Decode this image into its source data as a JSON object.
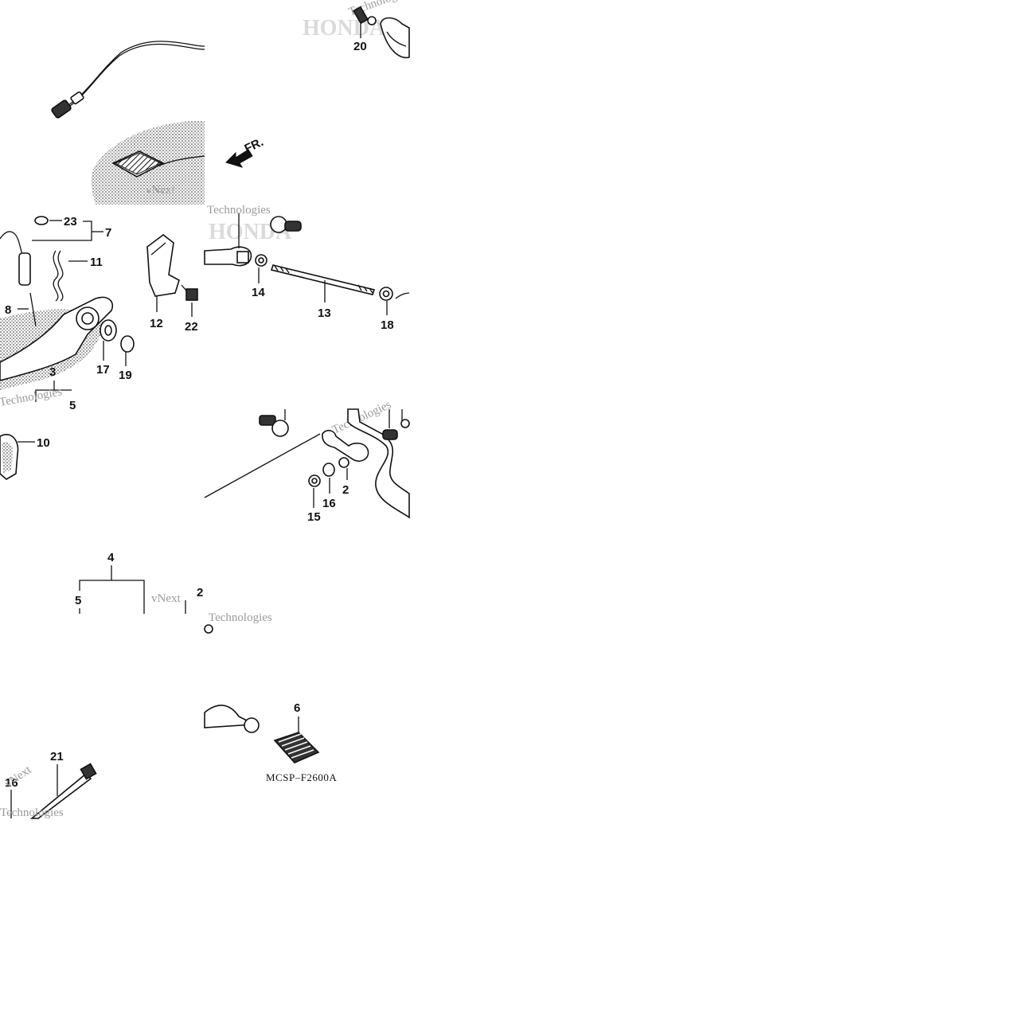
{
  "diagram": {
    "callouts": {
      "c2_top": "2",
      "c2_bot": "2",
      "c3": "3",
      "c4": "4",
      "c5_a": "5",
      "c5_b": "5",
      "c6": "6",
      "c7": "7",
      "c8": "8",
      "c10": "10",
      "c11": "11",
      "c12": "12",
      "c13": "13",
      "c14": "14",
      "c15": "15",
      "c16_a": "16",
      "c16_b": "16",
      "c17": "17",
      "c18": "18",
      "c19": "19",
      "c20": "20",
      "c21": "21",
      "c22": "22",
      "c23": "23"
    },
    "front_marker": "FR.",
    "figure_code": "MCSP–F2600A",
    "watermark": {
      "line1": "vNext",
      "line2": "Technologies",
      "brand": "HONDA"
    },
    "colors": {
      "ink": "#111111",
      "watermark": "#9a9a9a",
      "background": "#ffffff"
    }
  }
}
